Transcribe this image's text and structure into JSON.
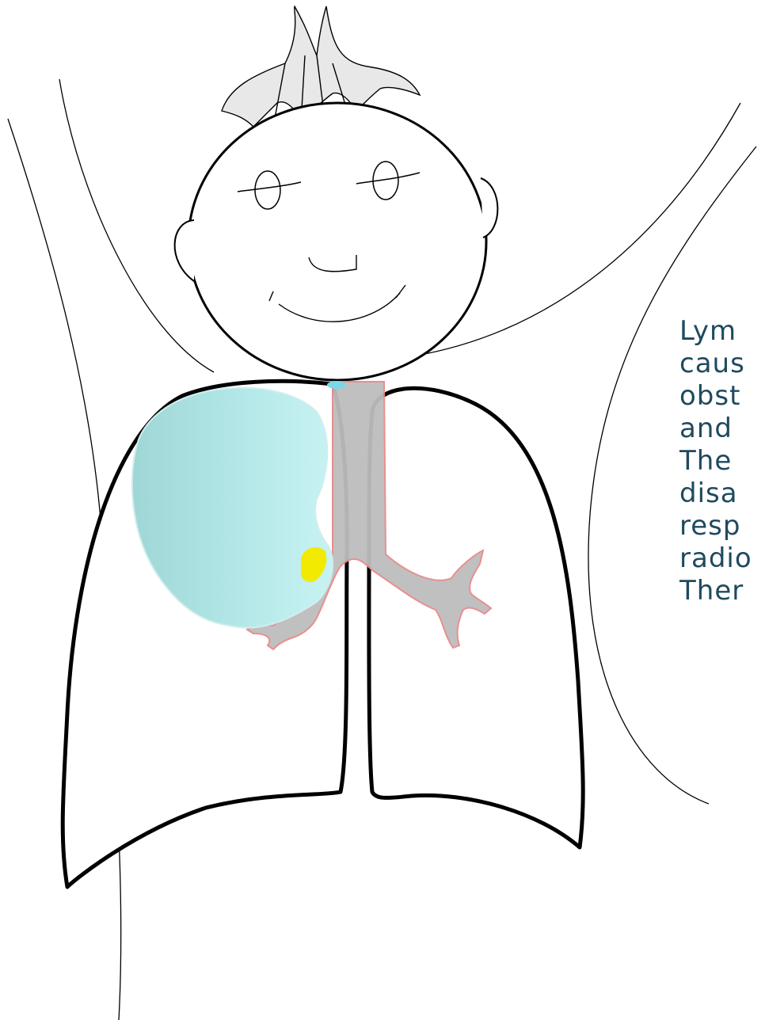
{
  "caption": {
    "lines": [
      "Lym",
      "caus",
      "obst",
      "and",
      "The",
      "disa",
      "resp",
      "radio",
      "Ther"
    ]
  },
  "colors": {
    "text": "#1f4a5f",
    "mass": "#aee3e3",
    "airway": "#bdbdbd",
    "airway_outline": "#e88a8a",
    "node": "#f2ea00",
    "lung_outline": "#000000"
  },
  "icons": [
    "child-head-icon",
    "hair-icon",
    "lungs-icon",
    "trachea-icon",
    "lymphoma-mass-icon",
    "lymph-node-icon"
  ]
}
